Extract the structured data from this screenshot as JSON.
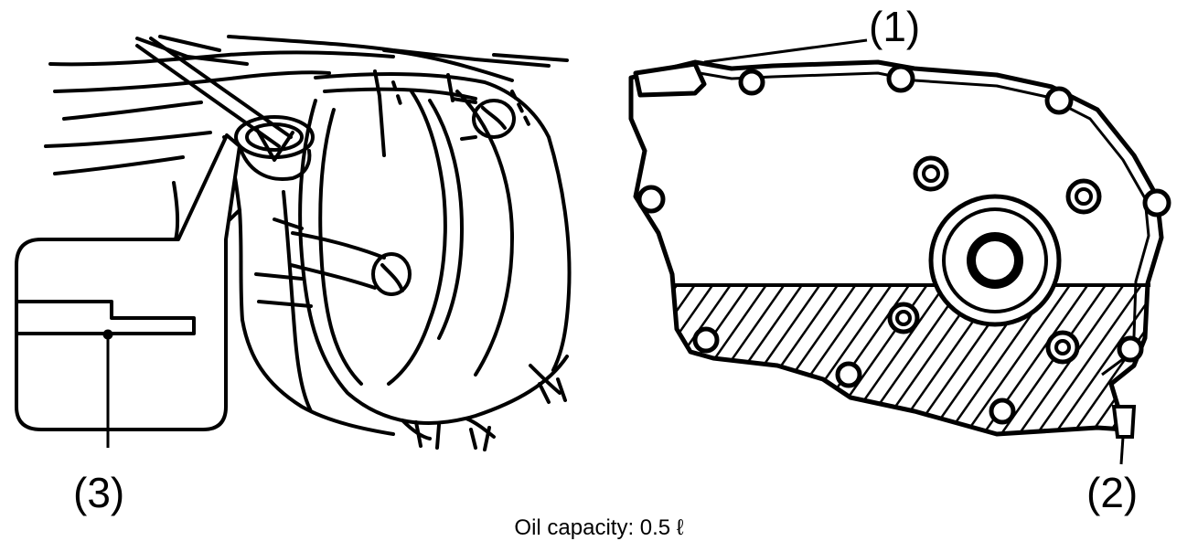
{
  "callouts": {
    "one": "(1)",
    "two": "(2)",
    "three": "(3)"
  },
  "caption": "Oil capacity: 0.5 ℓ",
  "colors": {
    "ink": "#000000",
    "paper": "#ffffff"
  }
}
